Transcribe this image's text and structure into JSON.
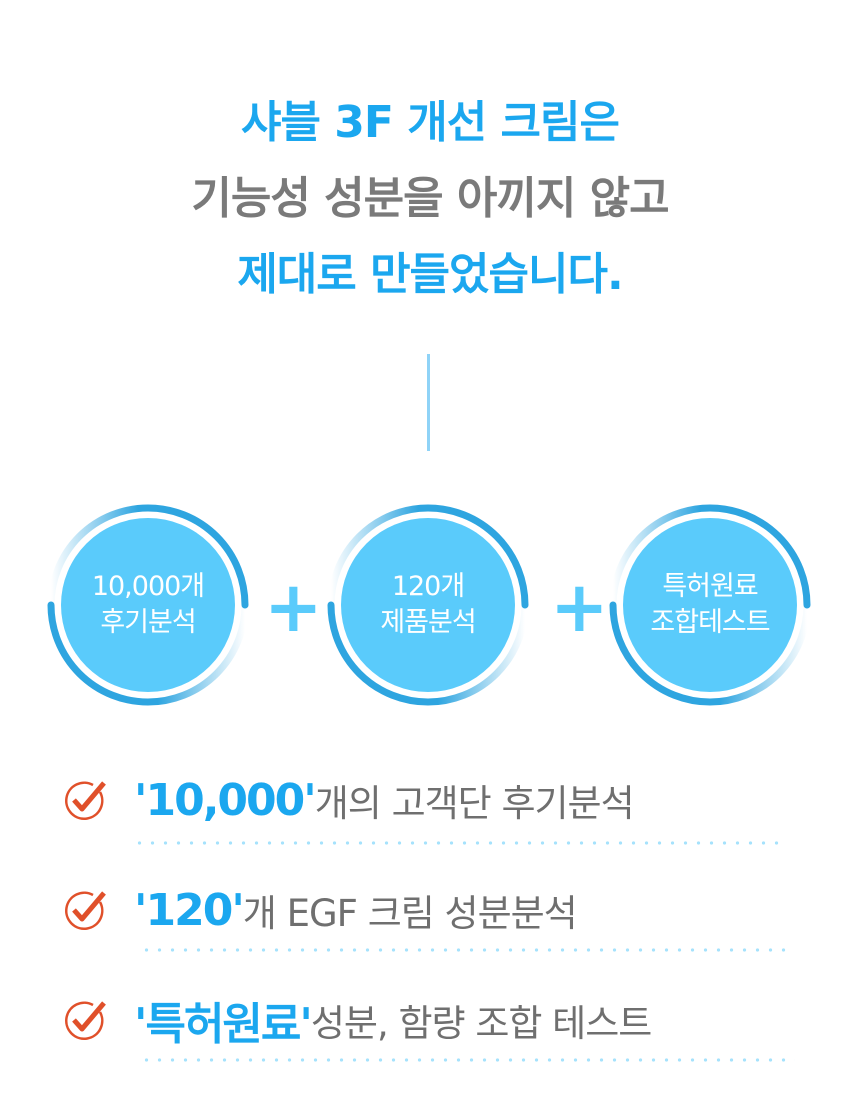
{
  "headline": {
    "line1": "샤블 3F 개선 크림은",
    "line2": "기능성 성분을 아끼지 않고",
    "line3": "제대로 만들었습니다."
  },
  "circles": [
    {
      "line1": "10,000개",
      "line2": "후기분석"
    },
    {
      "line1": "120개",
      "line2": "제품분석"
    },
    {
      "line1": "특허원료",
      "line2": "조합테스트"
    }
  ],
  "plus": "+",
  "checklist": [
    {
      "highlight": "'10,000'",
      "text": "개의 고객단 후기분석"
    },
    {
      "highlight": "'120'",
      "text": "개 EGF 크림 성분분석"
    },
    {
      "highlight": "'특허원료'",
      "text": " 성분, 함량 조합 테스트"
    }
  ],
  "colors": {
    "accent": "#1ba7ef",
    "circle_fill": "#5acbfb",
    "check": "#e0502a"
  }
}
